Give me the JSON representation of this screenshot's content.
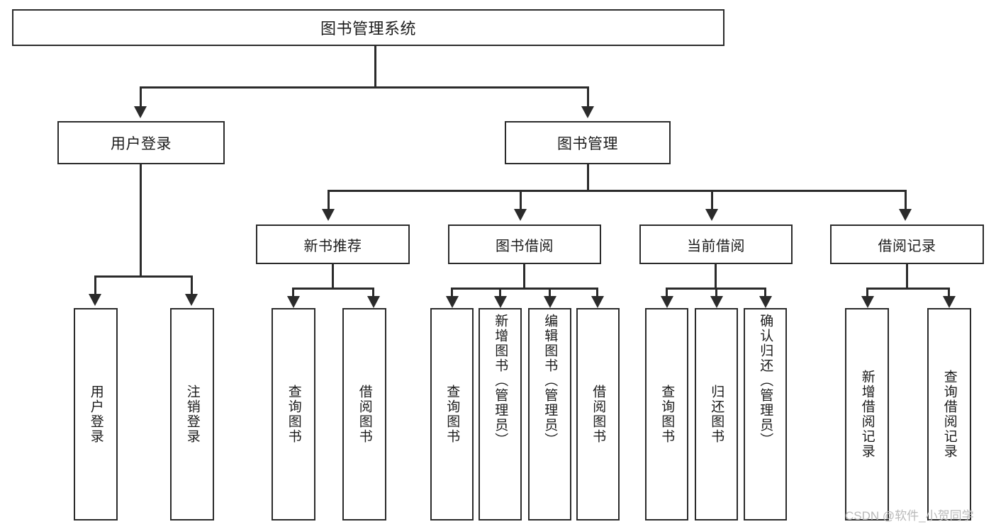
{
  "diagram": {
    "title": "图书管理系统",
    "type": "tree",
    "watermark": "CSDN @软件_小贺同学",
    "colors": {
      "box_border": "#2b2b2b",
      "box_fill": "#ffffff",
      "connector": "#2b2b2b",
      "text": "#1c1c1c",
      "watermark": "#b9b9b9",
      "background": "#ffffff"
    },
    "root": {
      "label": "图书管理系统"
    },
    "level2": [
      {
        "label": "用户登录"
      },
      {
        "label": "图书管理"
      }
    ],
    "level3": [
      {
        "label": "新书推荐"
      },
      {
        "label": "图书借阅"
      },
      {
        "label": "当前借阅"
      },
      {
        "label": "借阅记录"
      }
    ],
    "leaves": {
      "user_login": [
        {
          "label": "用户登录"
        },
        {
          "label": "注销登录"
        }
      ],
      "new_book_recommend": [
        {
          "label": "查询图书"
        },
        {
          "label": "借阅图书"
        }
      ],
      "book_borrow": [
        {
          "label": "查询图书"
        },
        {
          "label": "新增图书（管理员）"
        },
        {
          "label": "编辑图书（管理员）"
        },
        {
          "label": "借阅图书"
        }
      ],
      "current_borrow": [
        {
          "label": "查询图书"
        },
        {
          "label": "归还图书"
        },
        {
          "label": "确认归还（管理员）"
        }
      ],
      "borrow_record": [
        {
          "label": "新增借阅记录"
        },
        {
          "label": "查询借阅记录"
        }
      ]
    }
  }
}
